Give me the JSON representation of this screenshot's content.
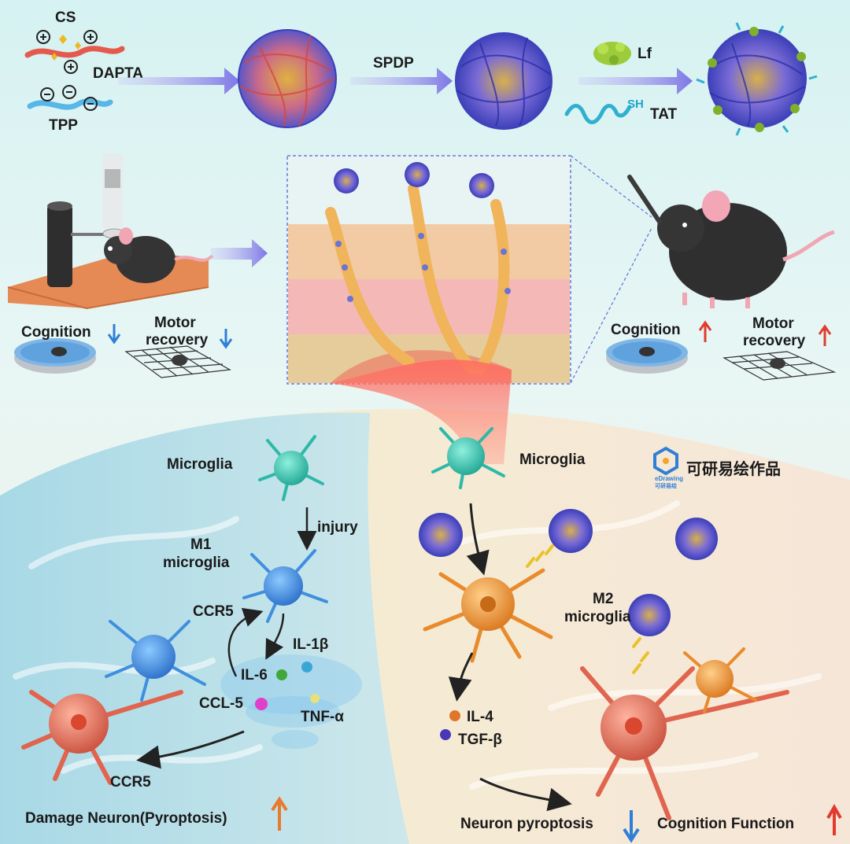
{
  "synthesis": {
    "cs": "CS",
    "dapta": "DAPTA",
    "tpp": "TPP",
    "spdp": "SPDP",
    "lf": "Lf",
    "sh": "SH",
    "tat": "TAT"
  },
  "behavior_left": {
    "cognition": "Cognition",
    "motor_line1": "Motor",
    "motor_line2": "recovery"
  },
  "behavior_right": {
    "cognition": "Cognition",
    "motor_line1": "Motor",
    "motor_line2": "recovery"
  },
  "m1_pathway": {
    "microglia": "Microglia",
    "injury": "injury",
    "m1_line1": "M1",
    "m1_line2": "microglia",
    "ccr5_top": "CCR5",
    "il1b": "IL-1β",
    "il6": "IL-6",
    "ccl5": "CCL-5",
    "tnfa": "TNF-α",
    "ccr5_bottom": "CCR5",
    "damage": "Damage Neuron(Pyroptosis)"
  },
  "m2_pathway": {
    "microglia": "Microglia",
    "m2_line1": "M2",
    "m2_line2": "microglia",
    "il4": "IL-4",
    "tgfb": "TGF-β",
    "pyroptosis": "Neuron pyroptosis",
    "cognition_function": "Cognition Function"
  },
  "watermark": {
    "brand_cn": "可研易绘作品",
    "logo_en": "eDrawing",
    "logo_cn": "可研易绘"
  },
  "colors": {
    "up_arrow": "#e23b2e",
    "down_arrow": "#2f7fd8",
    "process_arrow": "#8c86e8",
    "m1_cell": "#3f8ee0",
    "m2_cell": "#e98b2c",
    "neuron": "#e0644e",
    "microglia_resting": "#2cb9a8"
  }
}
